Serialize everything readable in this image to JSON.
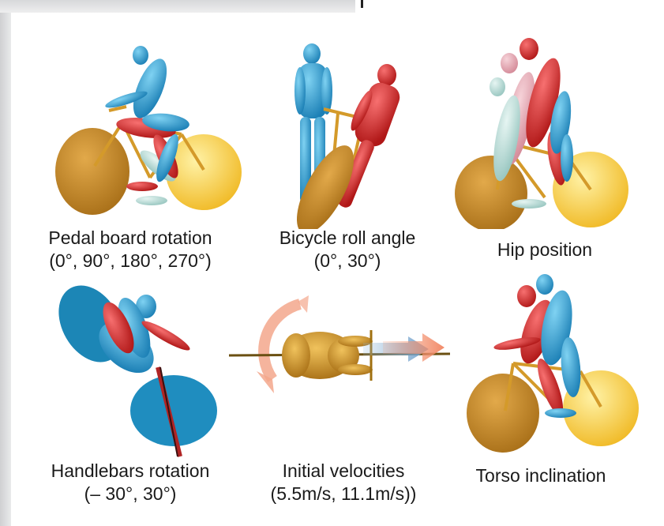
{
  "panels": [
    {
      "key": "pedal",
      "line1": "Pedal board rotation",
      "line2": "(0°, 90°, 180°, 270°)"
    },
    {
      "key": "roll",
      "line1": "Bicycle roll angle",
      "line2": "(0°, 30°)"
    },
    {
      "key": "hip",
      "line1": "Hip position",
      "line2": ""
    },
    {
      "key": "handlebars",
      "line1": "Handlebars rotation",
      "line2": "(– 30°, 30°)"
    },
    {
      "key": "velocity",
      "line1": "Initial velocities",
      "line2": "(5.5m/s, 11.1m/s))"
    },
    {
      "key": "torso",
      "line1": "Torso inclination",
      "line2": ""
    }
  ],
  "colors": {
    "dummy_blue": "#2a9ed3",
    "dummy_red": "#d42828",
    "dummy_pink": "#e7a7b2",
    "dummy_pale": "#bfe0dc",
    "wheel_rear": "#c98a25",
    "wheel_front": "#f5cf3c",
    "frame_gold": "#d49a2a"
  },
  "icons": [
    "cyclist-dummy-figure",
    "bicycle-figure",
    "rotation-arrow",
    "velocity-arrow"
  ]
}
